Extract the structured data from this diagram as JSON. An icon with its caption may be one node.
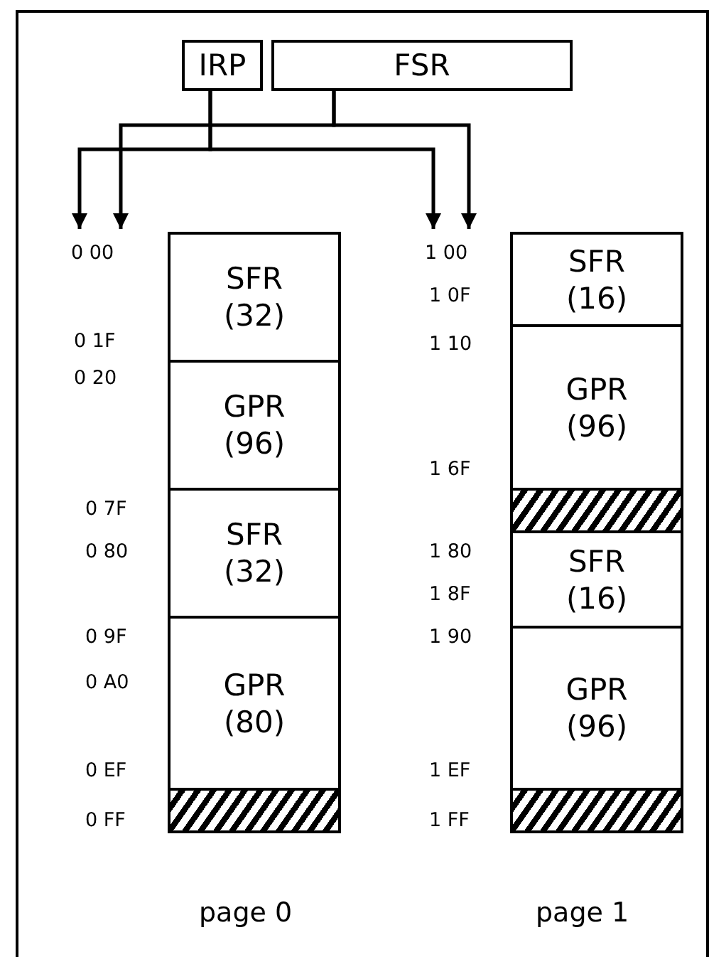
{
  "diagram": {
    "nodes": [
      {
        "text": [
          "IRP"
        ]
      },
      {
        "text": [
          "FSR"
        ]
      },
      {
        "text": [
          "0 00"
        ]
      },
      {
        "text": [
          "1 00"
        ]
      },
      {
        "text": [
          "SFR (32)"
        ]
      },
      {
        "text": [
          "GPR (96)"
        ]
      },
      {
        "text": [
          "SFR (32)"
        ]
      },
      {
        "text": [
          "GPR (80)"
        ]
      },
      {
        "text": [],
        "shape": "bar"
      },
      {
        "text": [
          "SFR (16)"
        ]
      },
      {
        "text": [
          "GPR (96)"
        ]
      },
      {
        "text": [],
        "shape": "bar"
      },
      {
        "text": [
          "SFR (16)"
        ]
      },
      {
        "text": [
          "GPR (96)"
        ]
      },
      {
        "text": [],
        "shape": "bar"
      }
    ],
    "edges": [
      {
        "from": 0,
        "to": 2,
        "arrow": "to"
      },
      {
        "from": 0,
        "to": 3,
        "arrow": "to"
      },
      {
        "from": 1,
        "to": 2,
        "arrow": "to"
      },
      {
        "from": 1,
        "to": 3,
        "arrow": "to"
      }
    ],
    "labels": [
      "0 1F",
      "0 20",
      "0 7F",
      "0 80",
      "0 9F",
      "0 A0",
      "0 EF",
      "0 FF",
      "1 0F",
      "1 10",
      "1 6F",
      "1 80",
      "1 8F",
      "1 90",
      "1 EF",
      "1 FF",
      "page 0",
      "page 1"
    ]
  }
}
